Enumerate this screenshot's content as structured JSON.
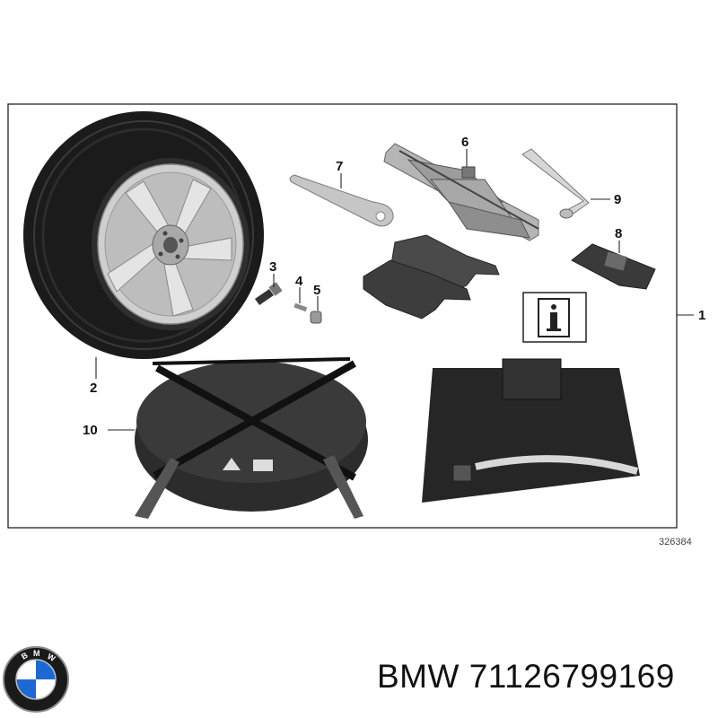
{
  "diagram": {
    "reference_number": "326384",
    "callouts": [
      "1",
      "2",
      "3",
      "4",
      "5",
      "6",
      "7",
      "8",
      "9",
      "10"
    ]
  },
  "footer": {
    "brand_logo": "bmw-roundel",
    "logo_letters": "BMW",
    "part_label": "BMW 71126799169"
  },
  "colors": {
    "frame": "#222222",
    "tire": "#1c1c1c",
    "rim": "#c9c9c9",
    "bag": "#2a2a2a",
    "logo_blue": "#1c69d4"
  }
}
